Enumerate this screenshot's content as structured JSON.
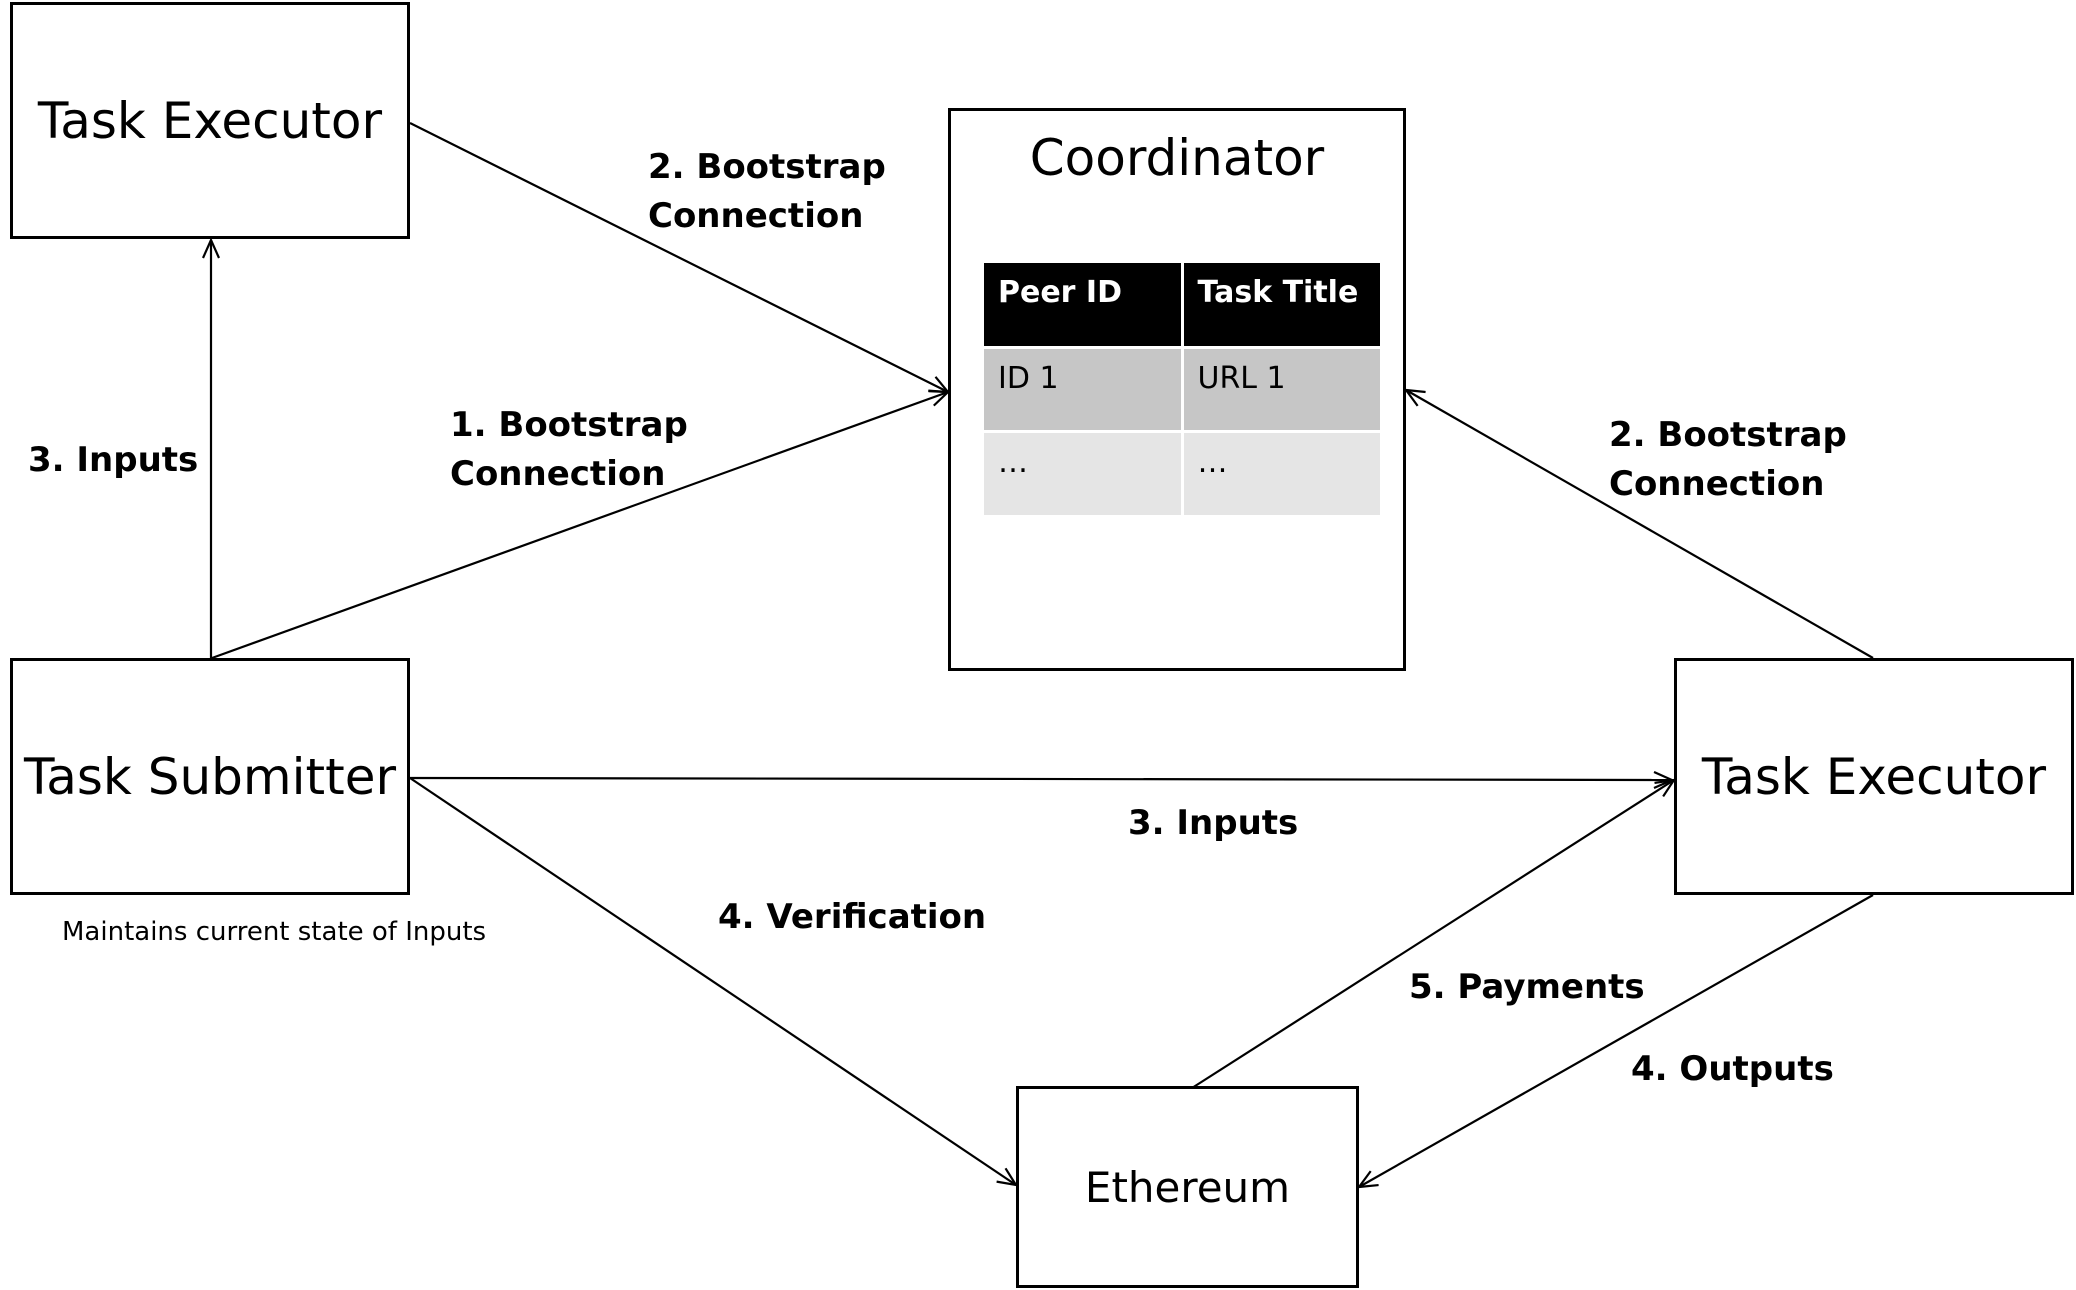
{
  "nodes": {
    "executor_top": {
      "label": "Task Executor"
    },
    "submitter": {
      "label": "Task Submitter",
      "note": "Maintains current state of Inputs"
    },
    "coordinator": {
      "label": "Coordinator",
      "table": {
        "headers": [
          "Peer ID",
          "Task Title"
        ],
        "rows": [
          [
            "ID 1",
            "URL 1"
          ],
          [
            "…",
            "…"
          ]
        ]
      }
    },
    "executor_right": {
      "label": "Task Executor"
    },
    "ethereum": {
      "label": "Ethereum"
    }
  },
  "edges": {
    "executor_top_to_coordinator": "2. Bootstrap\nConnection",
    "submitter_to_coordinator": "1. Bootstrap\nConnection",
    "executor_right_to_coordinator": "2. Bootstrap\nConnection",
    "submitter_to_executor_top": "3. Inputs",
    "submitter_to_executor_right": "3. Inputs",
    "submitter_to_ethereum": "4. Verification",
    "ethereum_to_executor_right": "5. Payments",
    "executor_right_to_ethereum": "4. Outputs"
  }
}
